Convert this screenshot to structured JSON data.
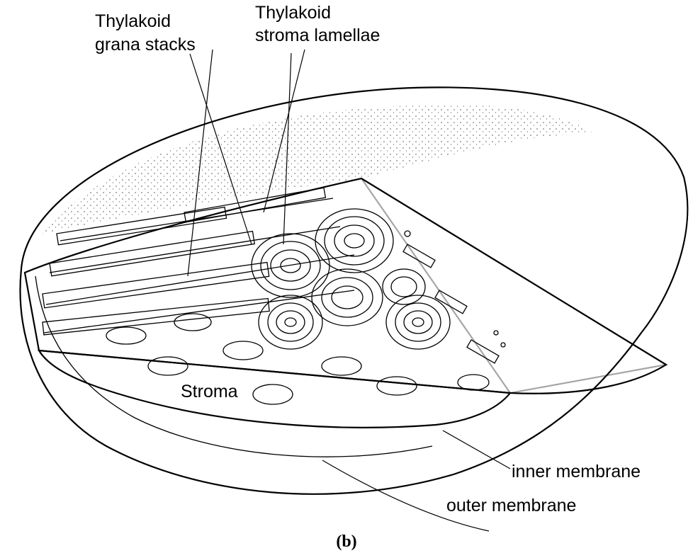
{
  "labels": {
    "grana_stacks": [
      "Thylakoid",
      "grana stacks"
    ],
    "stroma_lamellae": [
      "Thylakoid",
      "stroma lamellae"
    ],
    "stroma": "Stroma",
    "inner_membrane": "inner membrane",
    "outer_membrane": "outer membrane"
  },
  "caption": "(b)",
  "colors": {
    "ink": "#000000",
    "paper": "#ffffff",
    "stipple": "#555555"
  }
}
